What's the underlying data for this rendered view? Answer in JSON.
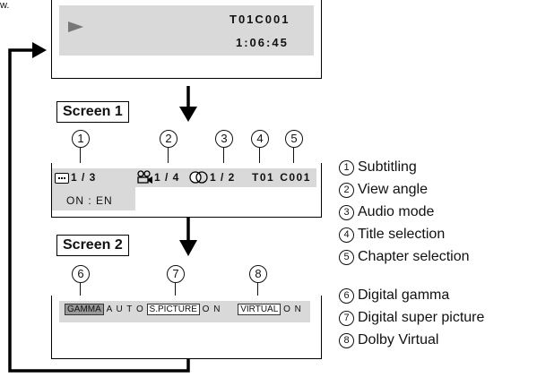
{
  "header_fragment": "w.",
  "top_screen": {
    "title_code": "T01C001",
    "time": "1:06:45"
  },
  "screen1": {
    "label": "Screen 1",
    "subtitle_value": "1 / 3",
    "subtitle_lang": "ON : EN",
    "angle_value": "1 / 4",
    "audio_value": "1 / 2",
    "title_code": "T01",
    "chapter_code": "C001"
  },
  "screen2": {
    "label": "Screen 2",
    "gamma_label": "GAMMA",
    "gamma_value": "A U T O",
    "spicture_label": "S.PICTURE",
    "spicture_value": "O N",
    "virtual_label": "VIRTUAL",
    "virtual_value": "O N"
  },
  "callouts_s1": [
    "1",
    "2",
    "3",
    "4",
    "5"
  ],
  "callouts_s2": [
    "6",
    "7",
    "8"
  ],
  "legend": [
    {
      "num": "1",
      "text": "Subtitling"
    },
    {
      "num": "2",
      "text": "View angle"
    },
    {
      "num": "3",
      "text": "Audio mode"
    },
    {
      "num": "4",
      "text": "Title selection"
    },
    {
      "num": "5",
      "text": "Chapter selection"
    },
    {
      "num": "6",
      "text": "Digital gamma"
    },
    {
      "num": "7",
      "text": "Digital super picture"
    },
    {
      "num": "8",
      "text": "Dolby Virtual"
    }
  ]
}
